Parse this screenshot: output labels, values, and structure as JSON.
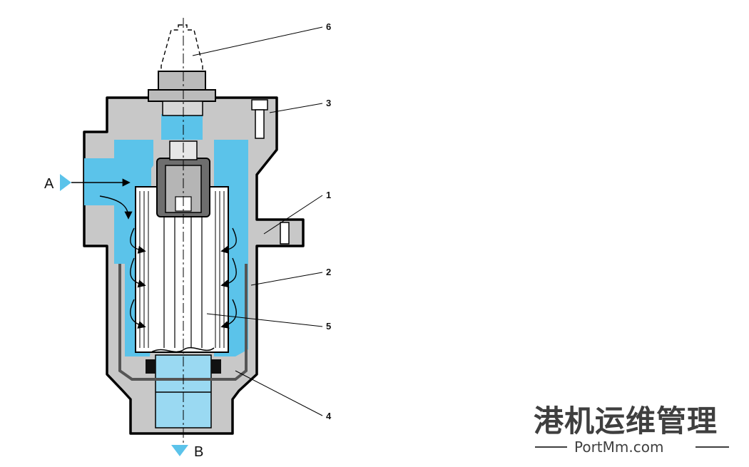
{
  "diagram": {
    "colors": {
      "housing": "#c8c8c8",
      "fluid": "#5bc3ea",
      "fluid_light": "#9ad9f2",
      "outline": "#000000",
      "element": "#ffffff",
      "dark_part": "#6e6e6e"
    },
    "labels": {
      "part_1": "1",
      "part_2": "2",
      "part_3": "3",
      "part_4": "4",
      "part_5": "5",
      "part_6": "6",
      "inlet": "A",
      "outlet": "B"
    }
  },
  "watermark": {
    "title": "港机运维管理",
    "site": "PortMm.com"
  }
}
